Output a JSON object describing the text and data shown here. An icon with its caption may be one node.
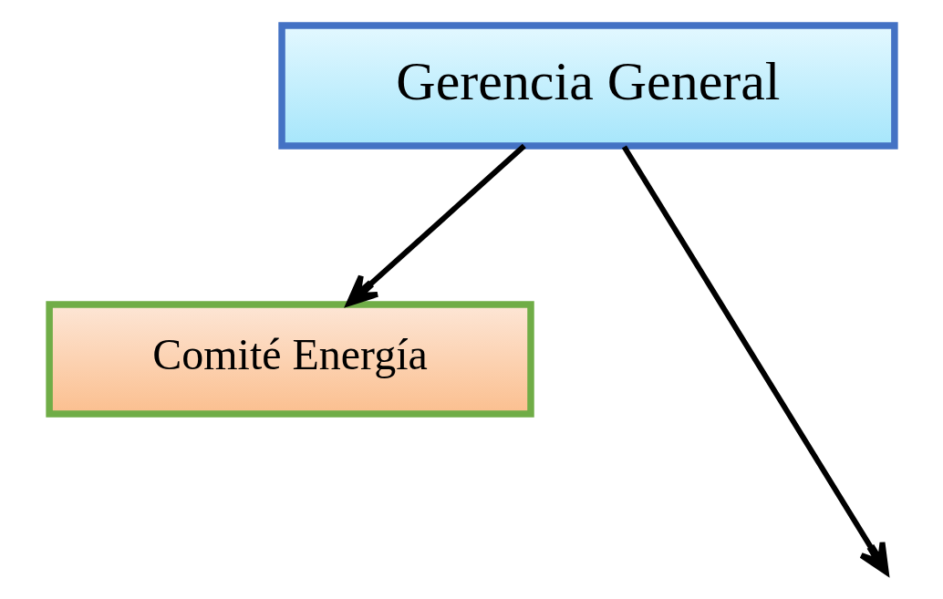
{
  "diagram": {
    "nodes": [
      {
        "text": [
          "Gerencia General"
        ]
      },
      {
        "text": [
          "Comité Energía"
        ]
      }
    ],
    "edges": [
      {
        "from": 0,
        "to": 1,
        "arrow": "to"
      },
      {
        "from": 0,
        "to": null,
        "arrow": "to"
      }
    ]
  }
}
